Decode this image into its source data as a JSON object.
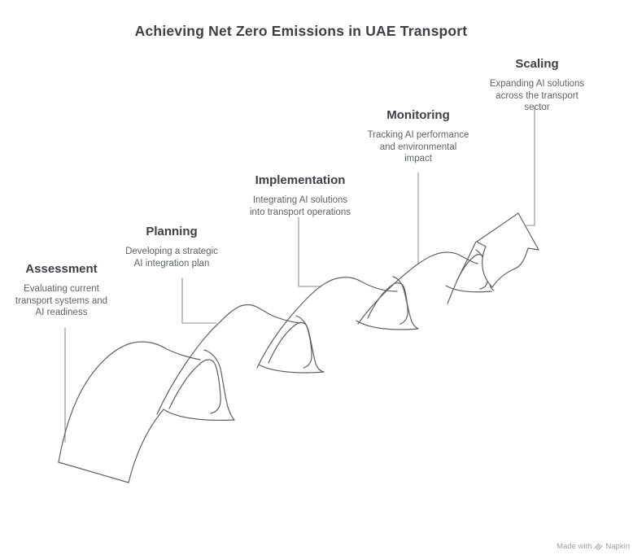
{
  "title": "Achieving Net Zero Emissions in UAE Transport",
  "stages": [
    {
      "label": "Assessment",
      "description": "Evaluating current\ntransport systems and\nAI readiness"
    },
    {
      "label": "Planning",
      "description": "Developing a strategic\nAI integration plan"
    },
    {
      "label": "Implementation",
      "description": "Integrating AI solutions\ninto transport operations"
    },
    {
      "label": "Monitoring",
      "description": "Tracking AI performance\nand environmental\nimpact"
    },
    {
      "label": "Scaling",
      "description": "Expanding AI solutions\nacross the transport\nsector"
    }
  ],
  "watermark": {
    "prefix": "Made with",
    "brand": "Napkin"
  },
  "colors": {
    "background": "#ffffff",
    "title_text": "#3d4045",
    "heading_text": "#3d4045",
    "description_text": "#5f6368",
    "wave_stroke": "#5f6063",
    "leader_stroke": "#8c8f92",
    "watermark_text": "#9aa0a6"
  }
}
